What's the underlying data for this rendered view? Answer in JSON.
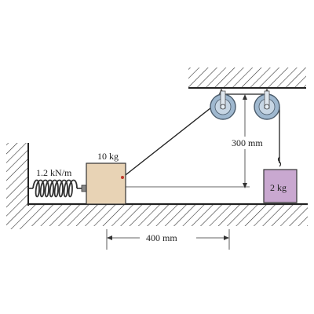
{
  "diagram": {
    "labels": {
      "spring_stiffness": "1.2 kN/m",
      "block_left_mass": "10 kg",
      "block_right_mass": "2 kg",
      "vertical_dim": "300 mm",
      "horizontal_dim": "400 mm"
    },
    "colors": {
      "ink": "#222222",
      "block_left_fill": "#e8d3b5",
      "block_right_fill": "#c9a8d0",
      "pulley_fill": "#9fb8cf",
      "pulley_hub": "#e6eef5"
    }
  }
}
